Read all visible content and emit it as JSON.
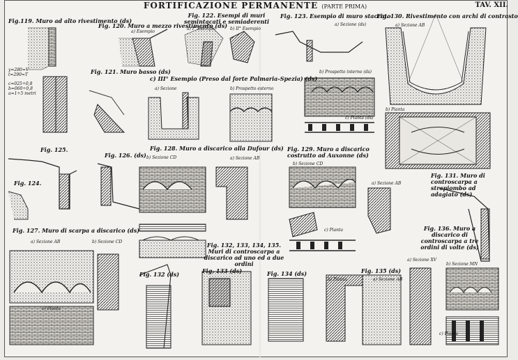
{
  "header": {
    "title": "FORTIFICAZIONE PERMANENTE",
    "subtitle": "(PARTE PRIMA)",
    "plate": "TAV. XII."
  },
  "captions": {
    "f119": "Fig.119. Muro ad alto rivestimento (ds)",
    "f120": "Fig. 120. Muro a mezzo rivestimento (ds)",
    "f120_ex": "a) Esempio",
    "f122": "Fig. 122. Esempi di muri semintacati e semiaderenti",
    "f122_a": "a) I° Esempio",
    "f122_b": "b) II° Esempio",
    "f123": "Fig. 123. Esempio di muro staccato",
    "f123_a": "a) Sezione (ds)",
    "f123_b": "b) Prospetto interno (ds)",
    "f123_c": "c) Pianta (ds)",
    "f130": "Fig. 130. Rivestimento con archi di contrasto",
    "f130_a": "a) Sezione AB",
    "f130_b": "b) Pianta",
    "f121": "Fig. 121. Muro basso (ds)",
    "f121_c": "c) III° Esempio (Preso dal forte Palmaria-Spezia) (ds)",
    "f121_sez": "a) Sezione",
    "f121_pro": "b) Prospetto esterno",
    "f125": "Fig. 125.",
    "f126": "Fig. 126. (ds)",
    "f128": "Fig. 128. Muro a discarico alla Dufour (ds)",
    "f128_a": "a) Sezione AB",
    "f128_b": "b) Sezione CD",
    "f129": "Fig. 129. Muro a discarico costrutto ad Auxonne (ds)",
    "f129_a": "a) Sezione AB",
    "f129_b": "b) Sezione CD",
    "f129_c": "c) Pianta",
    "f124": "Fig. 124.",
    "f131": "Fig. 131. Muro di controscarpa a strapiombo ad adagiato (ds)",
    "f127": "Fig. 127. Muro di scarpa a discarico (ds)",
    "f127_a": "a) Sezione AB",
    "f127_b": "b) Sezione CD",
    "f127_c": "c) Pianta",
    "f132_135": "Fig. 132, 133, 134, 135. Muri di controscarpa a discarico ad uno ed a due ordini",
    "f132": "Fig. 132 (ds)",
    "f133": "Fig. 133 (ds)",
    "f134": "Fig. 134 (ds)",
    "f134_b": "b) Pianta",
    "f135": "Fig. 135 (ds)",
    "f135_a": "a) Sezione AB",
    "f136": "Fig. 136. Muro a discarico di controscarpa a tre ordini di volte (ds)",
    "f136_a": "a) Sezione XV",
    "f136_b": "b) Sezione MN",
    "f136_c": "c) Pianta"
  },
  "notes": {
    "n119_1": "y=280=V",
    "n119_2": "t=290=T",
    "n119_3": "c=025÷0,8",
    "n119_4": "b=060÷0,8",
    "n119_5": "a=1÷5 metri"
  }
}
